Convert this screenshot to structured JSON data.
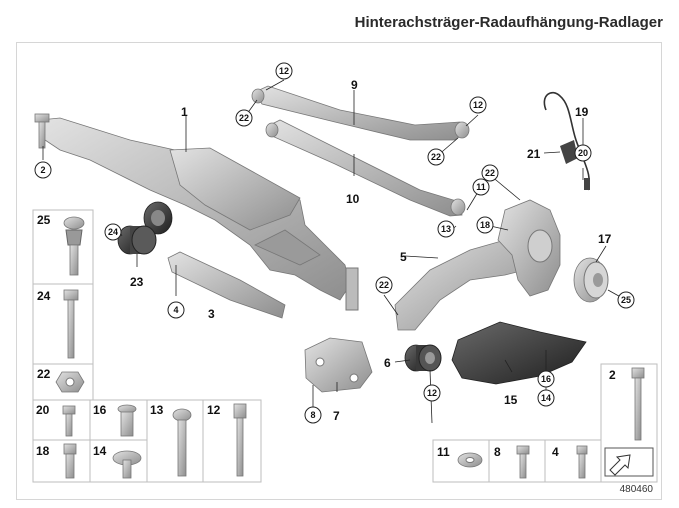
{
  "title": "Hinterachsträger-Radaufhängung-Radlager",
  "document_number": "480460",
  "colors": {
    "part": "#b9b9b9",
    "dark_part": "#3a3a3a",
    "frame": "#d6d6d6"
  },
  "callouts": {
    "c1": "1",
    "c2": "2",
    "c3": "3",
    "c4": "4",
    "c5": "5",
    "c6": "6",
    "c7": "7",
    "c8": "8",
    "c9": "9",
    "c10": "10",
    "c11": "11",
    "c12a": "12",
    "c12b": "12",
    "c12c": "12",
    "c13": "13",
    "c14": "14",
    "c15": "15",
    "c16": "16",
    "c17": "17",
    "c18": "18",
    "c19": "19",
    "c20": "20",
    "c21": "21",
    "c22a": "22",
    "c22b": "22",
    "c22c": "22",
    "c22d": "22",
    "c23": "23",
    "c24": "24",
    "c25": "25"
  },
  "hardware_boxes": {
    "b25": "25",
    "b24": "24",
    "b22": "22",
    "b20": "20",
    "b16": "16",
    "b13": "13",
    "b12": "12",
    "b18": "18",
    "b14": "14",
    "b11": "11",
    "b8": "8",
    "b4": "4",
    "b2": "2"
  }
}
